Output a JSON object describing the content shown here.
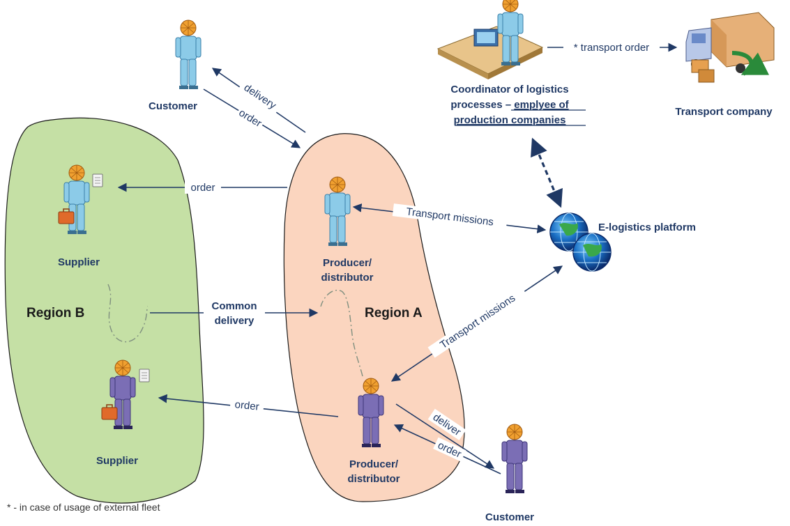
{
  "regions": {
    "region_b": "Region B",
    "region_a": "Region A"
  },
  "actors": {
    "customer_top": "Customer",
    "customer_bottom": "Customer",
    "supplier_top": "Supplier",
    "supplier_bottom": "Supplier",
    "producer_top_line1": "Producer/",
    "producer_top_line2": "distributor",
    "producer_bottom_line1": "Producer/",
    "producer_bottom_line2": "distributor",
    "coordinator_line1": "Coordinator of logistics",
    "coordinator_line2a": "processes – ",
    "coordinator_line2b": "emplyee of",
    "coordinator_line3": "production companies",
    "transport_company": "Transport company",
    "platform": "E-logistics platform"
  },
  "flows": {
    "delivery": "delivery",
    "order_customer_top": "order",
    "order_supplier_top": "order",
    "order_supplier_bottom": "order",
    "common_delivery_line1": "Common",
    "common_delivery_line2": "delivery",
    "transport_missions_top": "Transport missions",
    "transport_missions_bottom": "Transport missions",
    "deliver": "deliver",
    "order_customer_bottom": "order",
    "transport_order": "* transport order"
  },
  "footnote": "* - in case of usage of external fleet",
  "colors": {
    "region_b_fill": "#c5e0a5",
    "region_a_fill": "#fbd5bf",
    "person_light": "#8ccbe8",
    "person_dark": "#7b6eb5",
    "head": "#f0a030",
    "text": "#1f3864",
    "briefcase": "#e06a2a"
  }
}
